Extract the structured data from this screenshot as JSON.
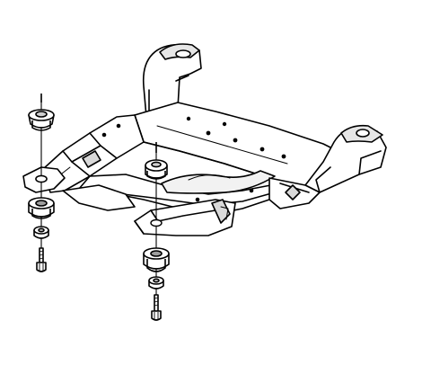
{
  "diagram": {
    "subject": "subframe-mount-exploded-view",
    "colors": {
      "background": "#ffffff",
      "line": "#000000",
      "shade": "#bdbdbd",
      "fill": "#ffffff"
    },
    "parts": [
      "subframe",
      "upper-insulator",
      "lower-insulator",
      "retainer",
      "bolt"
    ]
  }
}
